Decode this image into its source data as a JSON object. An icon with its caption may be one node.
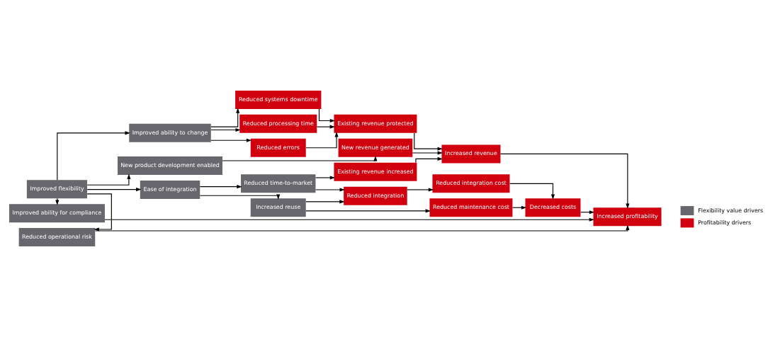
{
  "diagram": {
    "nodes": [
      {
        "text": [
          "Reduced operational risk"
        ]
      },
      {
        "text": [
          "Improved flexibility"
        ]
      },
      {
        "text": [
          "Improved ability for compliance"
        ]
      },
      {
        "text": [
          "Improved ability to change"
        ]
      },
      {
        "text": [
          "New product development enabled"
        ]
      },
      {
        "text": [
          "Ease of integration"
        ]
      },
      {
        "text": [
          "Reduced time-to-market"
        ]
      },
      {
        "text": [
          "Increased reuse"
        ]
      },
      {
        "text": [
          "Reduced processing time"
        ]
      },
      {
        "text": [
          "Reduced errors"
        ]
      },
      {
        "text": [
          "Reduced systems downtime"
        ]
      },
      {
        "text": [
          "Reduced integration"
        ]
      },
      {
        "text": [
          "Existing revenue protected"
        ]
      },
      {
        "text": [
          "New revenue generated"
        ]
      },
      {
        "text": [
          "Existing revenue increased"
        ]
      },
      {
        "text": [
          "Reduced integration cost"
        ]
      },
      {
        "text": [
          "Reduced maintenance cost"
        ]
      },
      {
        "text": [
          "Increased revenue"
        ]
      },
      {
        "text": [
          "Decreased costs"
        ]
      },
      {
        "text": [
          "Increased profitability"
        ]
      }
    ],
    "edges": [
      {
        "from": 1,
        "to": 0,
        "arrow": "to"
      },
      {
        "from": 1,
        "to": 2,
        "arrow": "to"
      },
      {
        "from": 1,
        "to": 3,
        "arrow": "to"
      },
      {
        "from": 1,
        "to": 4,
        "arrow": "to"
      },
      {
        "from": 1,
        "to": 5,
        "arrow": "to"
      },
      {
        "from": 3,
        "to": 8,
        "arrow": "to"
      },
      {
        "from": 3,
        "to": 9,
        "arrow": "to"
      },
      {
        "from": 3,
        "to": 10,
        "arrow": "to"
      },
      {
        "from": 4,
        "to": 13,
        "arrow": "to"
      },
      {
        "from": 5,
        "to": 6,
        "arrow": "to"
      },
      {
        "from": 5,
        "to": 7,
        "arrow": "to"
      },
      {
        "from": 6,
        "to": 14,
        "arrow": "to"
      },
      {
        "from": 6,
        "to": 11,
        "arrow": "to"
      },
      {
        "from": 7,
        "to": 11,
        "arrow": "to"
      },
      {
        "from": 7,
        "to": 16,
        "arrow": "to"
      },
      {
        "from": 11,
        "to": 15,
        "arrow": "to"
      },
      {
        "from": 8,
        "to": 12,
        "arrow": "to"
      },
      {
        "from": 9,
        "to": 12,
        "arrow": "to"
      },
      {
        "from": 10,
        "to": 12,
        "arrow": "to"
      },
      {
        "from": 12,
        "to": 17,
        "arrow": "to"
      },
      {
        "from": 13,
        "to": 17,
        "arrow": "to"
      },
      {
        "from": 14,
        "to": 17,
        "arrow": "to"
      },
      {
        "from": 15,
        "to": 18,
        "arrow": "to"
      },
      {
        "from": 16,
        "to": 18,
        "arrow": "to"
      },
      {
        "from": 17,
        "to": 19,
        "arrow": "to"
      },
      {
        "from": 18,
        "to": 19,
        "arrow": "to"
      },
      {
        "from": 0,
        "to": 19,
        "arrow": "to"
      },
      {
        "from": 2,
        "to": 19,
        "arrow": "to"
      }
    ],
    "legend": [
      {
        "text": "Flexibility value drivers",
        "color": "#67676d"
      },
      {
        "text": "Profitability drivers",
        "color": "#d0000f"
      }
    ]
  }
}
